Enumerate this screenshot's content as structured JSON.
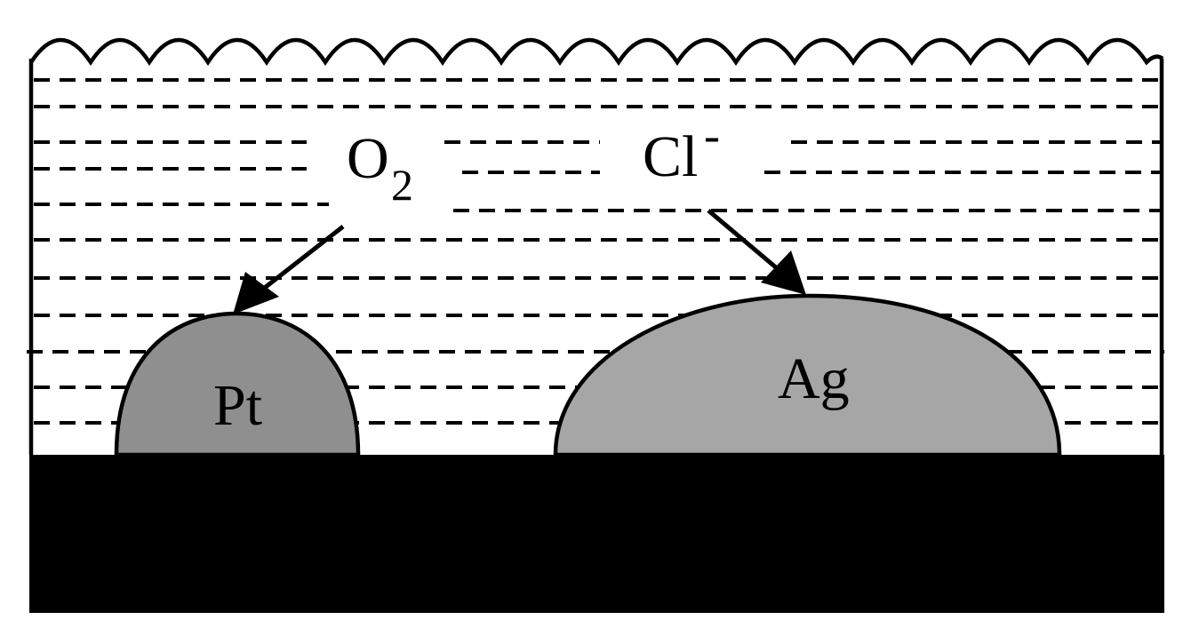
{
  "diagram": {
    "labels": {
      "oxygen": "O",
      "oxygen_subscript": "2",
      "chloride": "Cl",
      "chloride_superscript": "-",
      "platinum": "Pt",
      "silver": "Ag"
    },
    "colors": {
      "platinum_fill": "#8f8f8f",
      "silver_fill": "#a6a6a6",
      "substrate": "#000000",
      "background": "#ffffff"
    }
  }
}
